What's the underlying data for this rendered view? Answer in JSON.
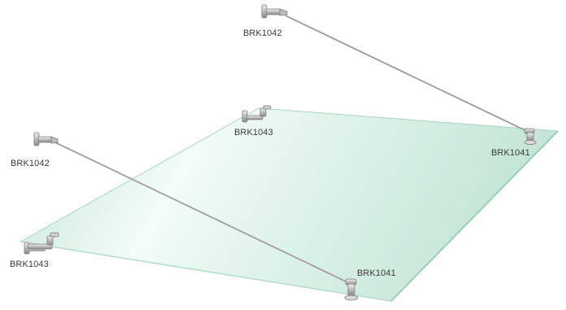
{
  "labels": {
    "top_rod_wall_bracket": "BRK1042",
    "top_rod_glass_bracket": "BRK1041",
    "back_clamp": "BRK1043",
    "left_rod_wall_bracket": "BRK1042",
    "left_clamp": "BRK1043",
    "front_rod_glass_bracket": "BRK1041"
  },
  "colors": {
    "glass_light": "#f1fbf6",
    "glass_mid": "#d3eee2",
    "glass_dark": "#bfe3d3",
    "glass_edge": "#a9d6c3",
    "rod": "#9a9a9a",
    "metal": "#c9c9c9",
    "metal_dark": "#7c7c7c",
    "label_text": "#3a3a3a"
  }
}
